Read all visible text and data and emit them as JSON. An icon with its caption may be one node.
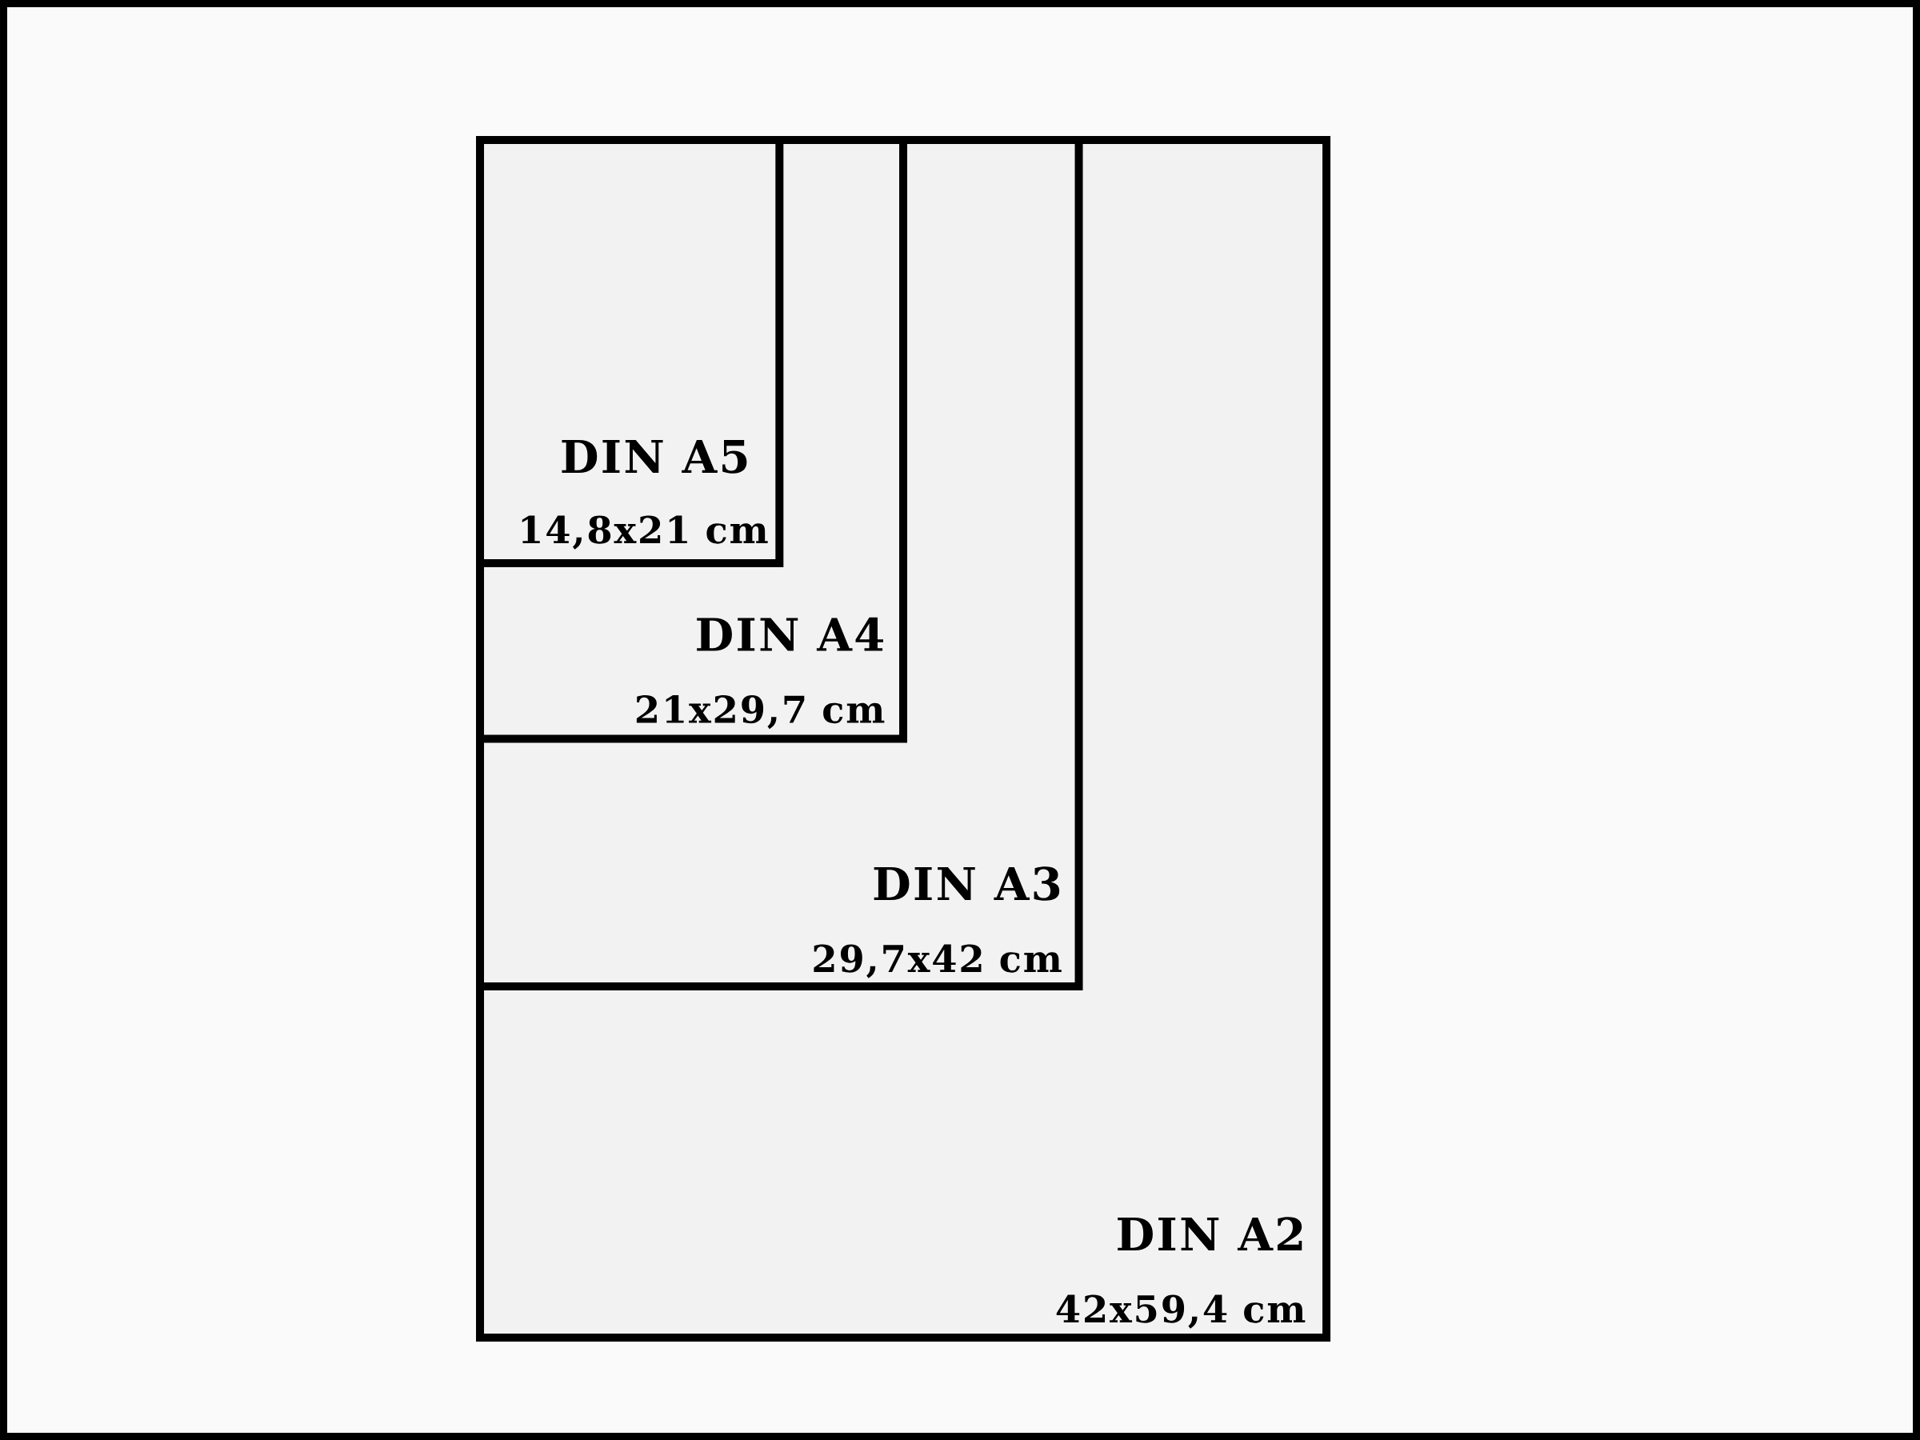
{
  "diagram": {
    "nodes": [
      {
        "text": [
          "DIN A2",
          "42x59,4 cm"
        ]
      },
      {
        "text": [
          "DIN A3",
          "29,7x42 cm"
        ],
        "in": 0
      },
      {
        "text": [
          "DIN A4",
          "21x29,7 cm"
        ],
        "in": 1
      },
      {
        "text": [
          "DIN A5",
          "14,8x21 cm"
        ],
        "in": 2
      }
    ]
  }
}
